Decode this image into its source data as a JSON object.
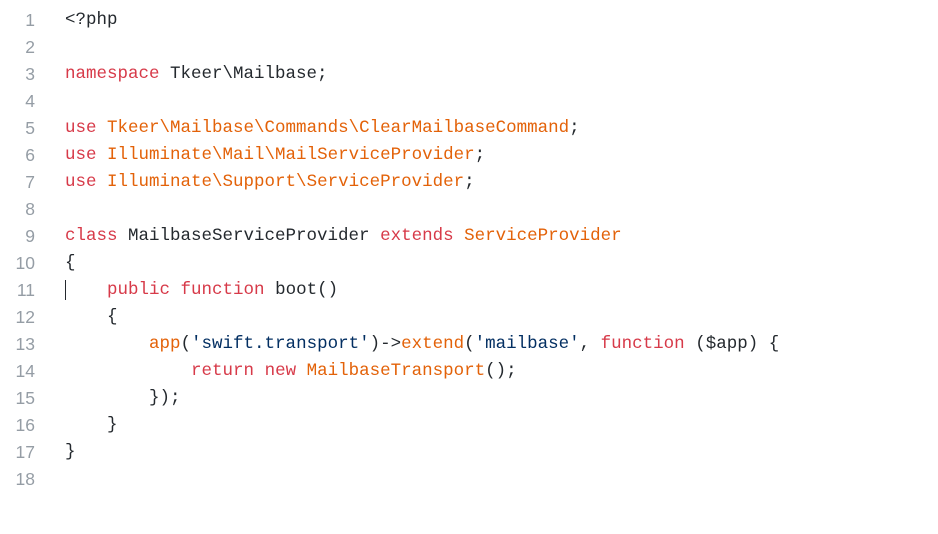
{
  "editor": {
    "language": "php",
    "cursor": {
      "line": 11,
      "column": 0
    },
    "colors": {
      "keyword": "#d73a49",
      "entity": "#e36209",
      "string": "#032f62",
      "text": "#24292e",
      "line_number": "#959da5",
      "background": "#ffffff"
    },
    "lines": [
      {
        "n": "1",
        "tokens": [
          [
            "txt",
            "<?php"
          ]
        ]
      },
      {
        "n": "2",
        "tokens": []
      },
      {
        "n": "3",
        "tokens": [
          [
            "kw",
            "namespace"
          ],
          [
            "txt",
            " Tkeer\\Mailbase;"
          ]
        ]
      },
      {
        "n": "4",
        "tokens": []
      },
      {
        "n": "5",
        "tokens": [
          [
            "kw",
            "use"
          ],
          [
            "txt",
            " "
          ],
          [
            "ent",
            "Tkeer\\Mailbase\\Commands\\ClearMailbaseCommand"
          ],
          [
            "txt",
            ";"
          ]
        ]
      },
      {
        "n": "6",
        "tokens": [
          [
            "kw",
            "use"
          ],
          [
            "txt",
            " "
          ],
          [
            "ent",
            "Illuminate\\Mail\\MailServiceProvider"
          ],
          [
            "txt",
            ";"
          ]
        ]
      },
      {
        "n": "7",
        "tokens": [
          [
            "kw",
            "use"
          ],
          [
            "txt",
            " "
          ],
          [
            "ent",
            "Illuminate\\Support\\ServiceProvider"
          ],
          [
            "txt",
            ";"
          ]
        ]
      },
      {
        "n": "8",
        "tokens": []
      },
      {
        "n": "9",
        "tokens": [
          [
            "kw",
            "class"
          ],
          [
            "txt",
            " MailbaseServiceProvider "
          ],
          [
            "kw",
            "extends"
          ],
          [
            "txt",
            " "
          ],
          [
            "ent",
            "ServiceProvider"
          ]
        ]
      },
      {
        "n": "10",
        "tokens": [
          [
            "txt",
            "{"
          ]
        ]
      },
      {
        "n": "11",
        "tokens": [
          [
            "txt",
            "    "
          ],
          [
            "kw",
            "public"
          ],
          [
            "txt",
            " "
          ],
          [
            "kw",
            "function"
          ],
          [
            "txt",
            " boot()"
          ]
        ]
      },
      {
        "n": "12",
        "tokens": [
          [
            "txt",
            "    {"
          ]
        ]
      },
      {
        "n": "13",
        "tokens": [
          [
            "txt",
            "        "
          ],
          [
            "ent",
            "app"
          ],
          [
            "txt",
            "("
          ],
          [
            "str",
            "'swift.transport'"
          ],
          [
            "txt",
            ")->"
          ],
          [
            "ent",
            "extend"
          ],
          [
            "txt",
            "("
          ],
          [
            "str",
            "'mailbase'"
          ],
          [
            "txt",
            ", "
          ],
          [
            "kw",
            "function"
          ],
          [
            "txt",
            " ($app) {"
          ]
        ]
      },
      {
        "n": "14",
        "tokens": [
          [
            "txt",
            "            "
          ],
          [
            "kw",
            "return"
          ],
          [
            "txt",
            " "
          ],
          [
            "kw",
            "new"
          ],
          [
            "txt",
            " "
          ],
          [
            "ent",
            "MailbaseTransport"
          ],
          [
            "txt",
            "();"
          ]
        ]
      },
      {
        "n": "15",
        "tokens": [
          [
            "txt",
            "        });"
          ]
        ]
      },
      {
        "n": "16",
        "tokens": [
          [
            "txt",
            "    }"
          ]
        ]
      },
      {
        "n": "17",
        "tokens": [
          [
            "txt",
            "}"
          ]
        ]
      },
      {
        "n": "18",
        "tokens": []
      }
    ]
  }
}
